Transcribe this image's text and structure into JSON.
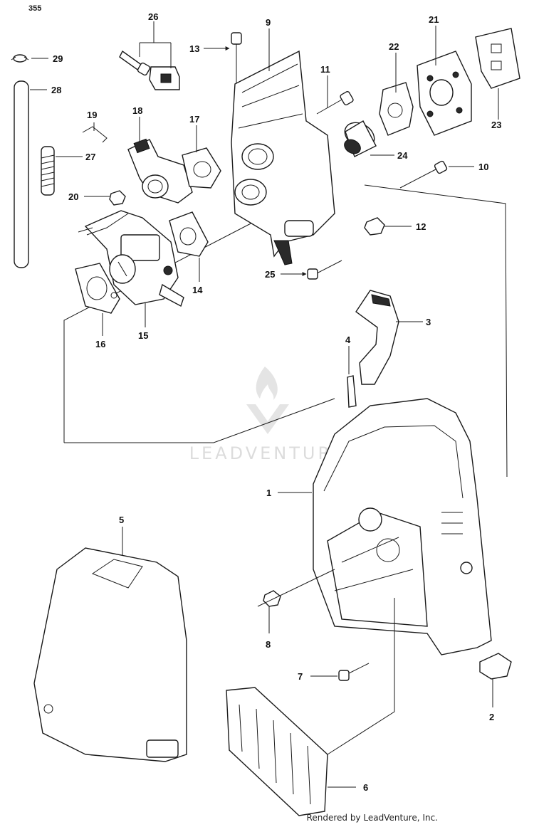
{
  "page_code": "355",
  "footer": "Rendered by LeadVenture, Inc.",
  "watermark": "LEADVENTURE",
  "callouts": [
    "1",
    "2",
    "3",
    "4",
    "5",
    "6",
    "7",
    "8",
    "9",
    "10",
    "11",
    "12",
    "13",
    "14",
    "15",
    "16",
    "17",
    "18",
    "19",
    "20",
    "21",
    "22",
    "23",
    "24",
    "25",
    "26",
    "27",
    "28",
    "29"
  ]
}
